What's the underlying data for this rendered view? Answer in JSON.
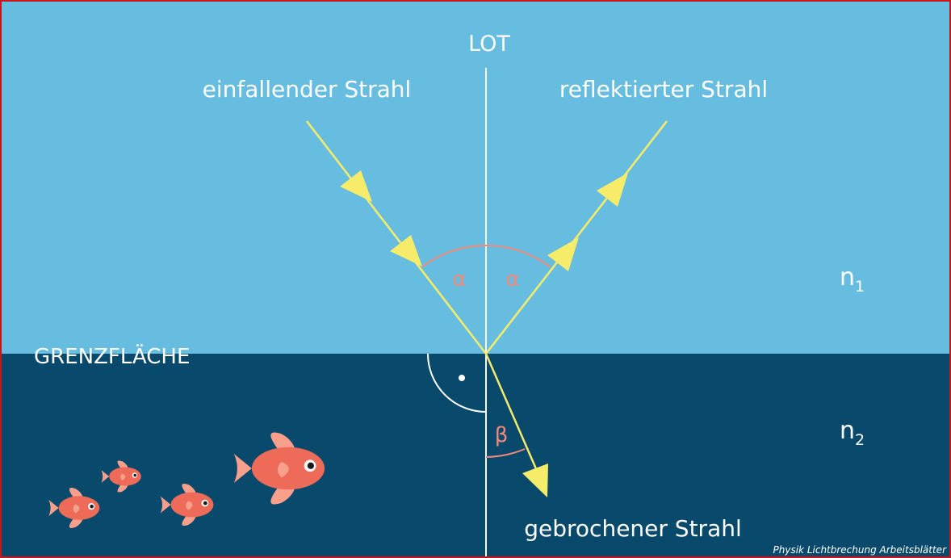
{
  "labels": {
    "normal": "LOT",
    "incident": "einfallender Strahl",
    "reflected": "reflektierter Strahl",
    "refracted": "gebrochener Strahl",
    "interface": "GRENZFLÄCHE",
    "n1": "n",
    "n1_sub": "1",
    "n2": "n",
    "n2_sub": "2",
    "alpha_left": "α",
    "alpha_right": "α",
    "beta": "β"
  },
  "credit": "Physik Lichtbrechung Arbeitsblätter",
  "colors": {
    "medium_upper": "#67bddf",
    "medium_lower": "#094a6c",
    "ray": "#f6ec6a",
    "angle_arc": "#f08a7a",
    "fish_body": "#ed6b58",
    "fish_fin": "#f9a08c",
    "frame": "#c8161d"
  }
}
